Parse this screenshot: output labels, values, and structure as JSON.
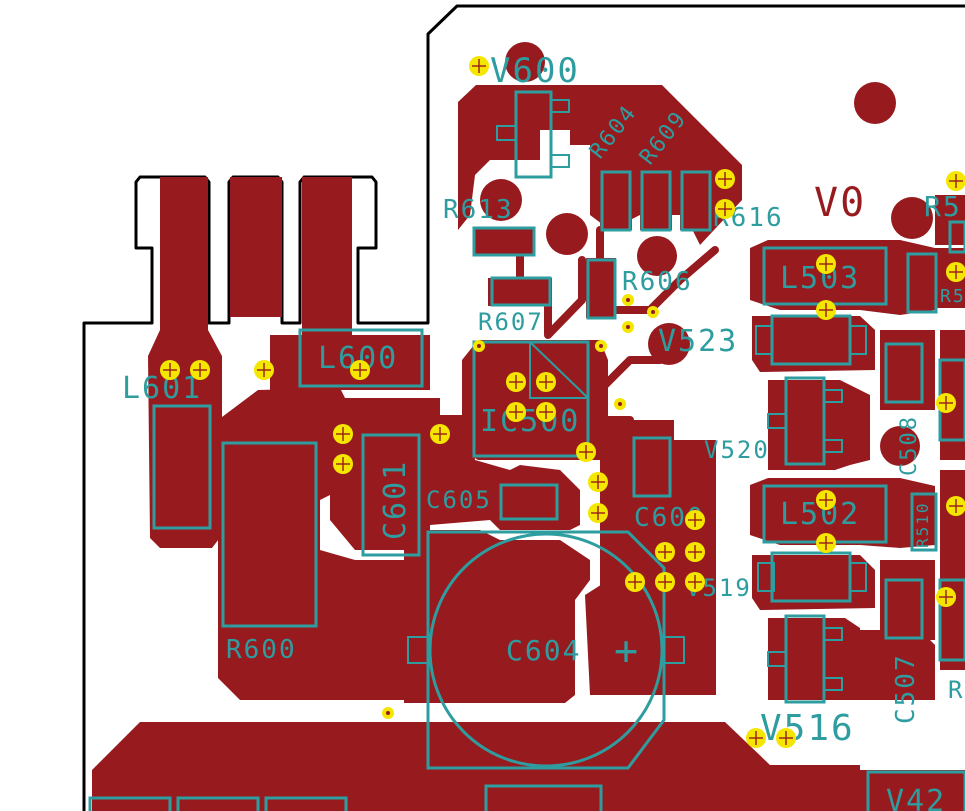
{
  "colors": {
    "copper": "#971b1e",
    "silkscreen": "#2e9da0",
    "via": "#f5e600",
    "outline": "#000000",
    "background": "#ffffff"
  },
  "net_label": "V0",
  "designators": {
    "V600": "V600",
    "R604": "R604",
    "R609": "R609",
    "R613": "R613",
    "R616": "R616",
    "R606": "R606",
    "R607": "R607",
    "V523": "V523",
    "IC500": "IC500",
    "L601": "L601",
    "L600": "L600",
    "C601": "C601",
    "C605": "C605",
    "C600": "C600",
    "V519": "V519",
    "C604": "C604",
    "R600": "R600",
    "L503": "L503",
    "L502": "L502",
    "V520": "V520",
    "V516": "V516",
    "C508": "C508",
    "C507": "C507",
    "R510": "R510",
    "R5_top": "R5",
    "R5_mid": "R5",
    "R_bottom": "R",
    "V_bottom": "V42"
  },
  "polarity_mark": "+"
}
